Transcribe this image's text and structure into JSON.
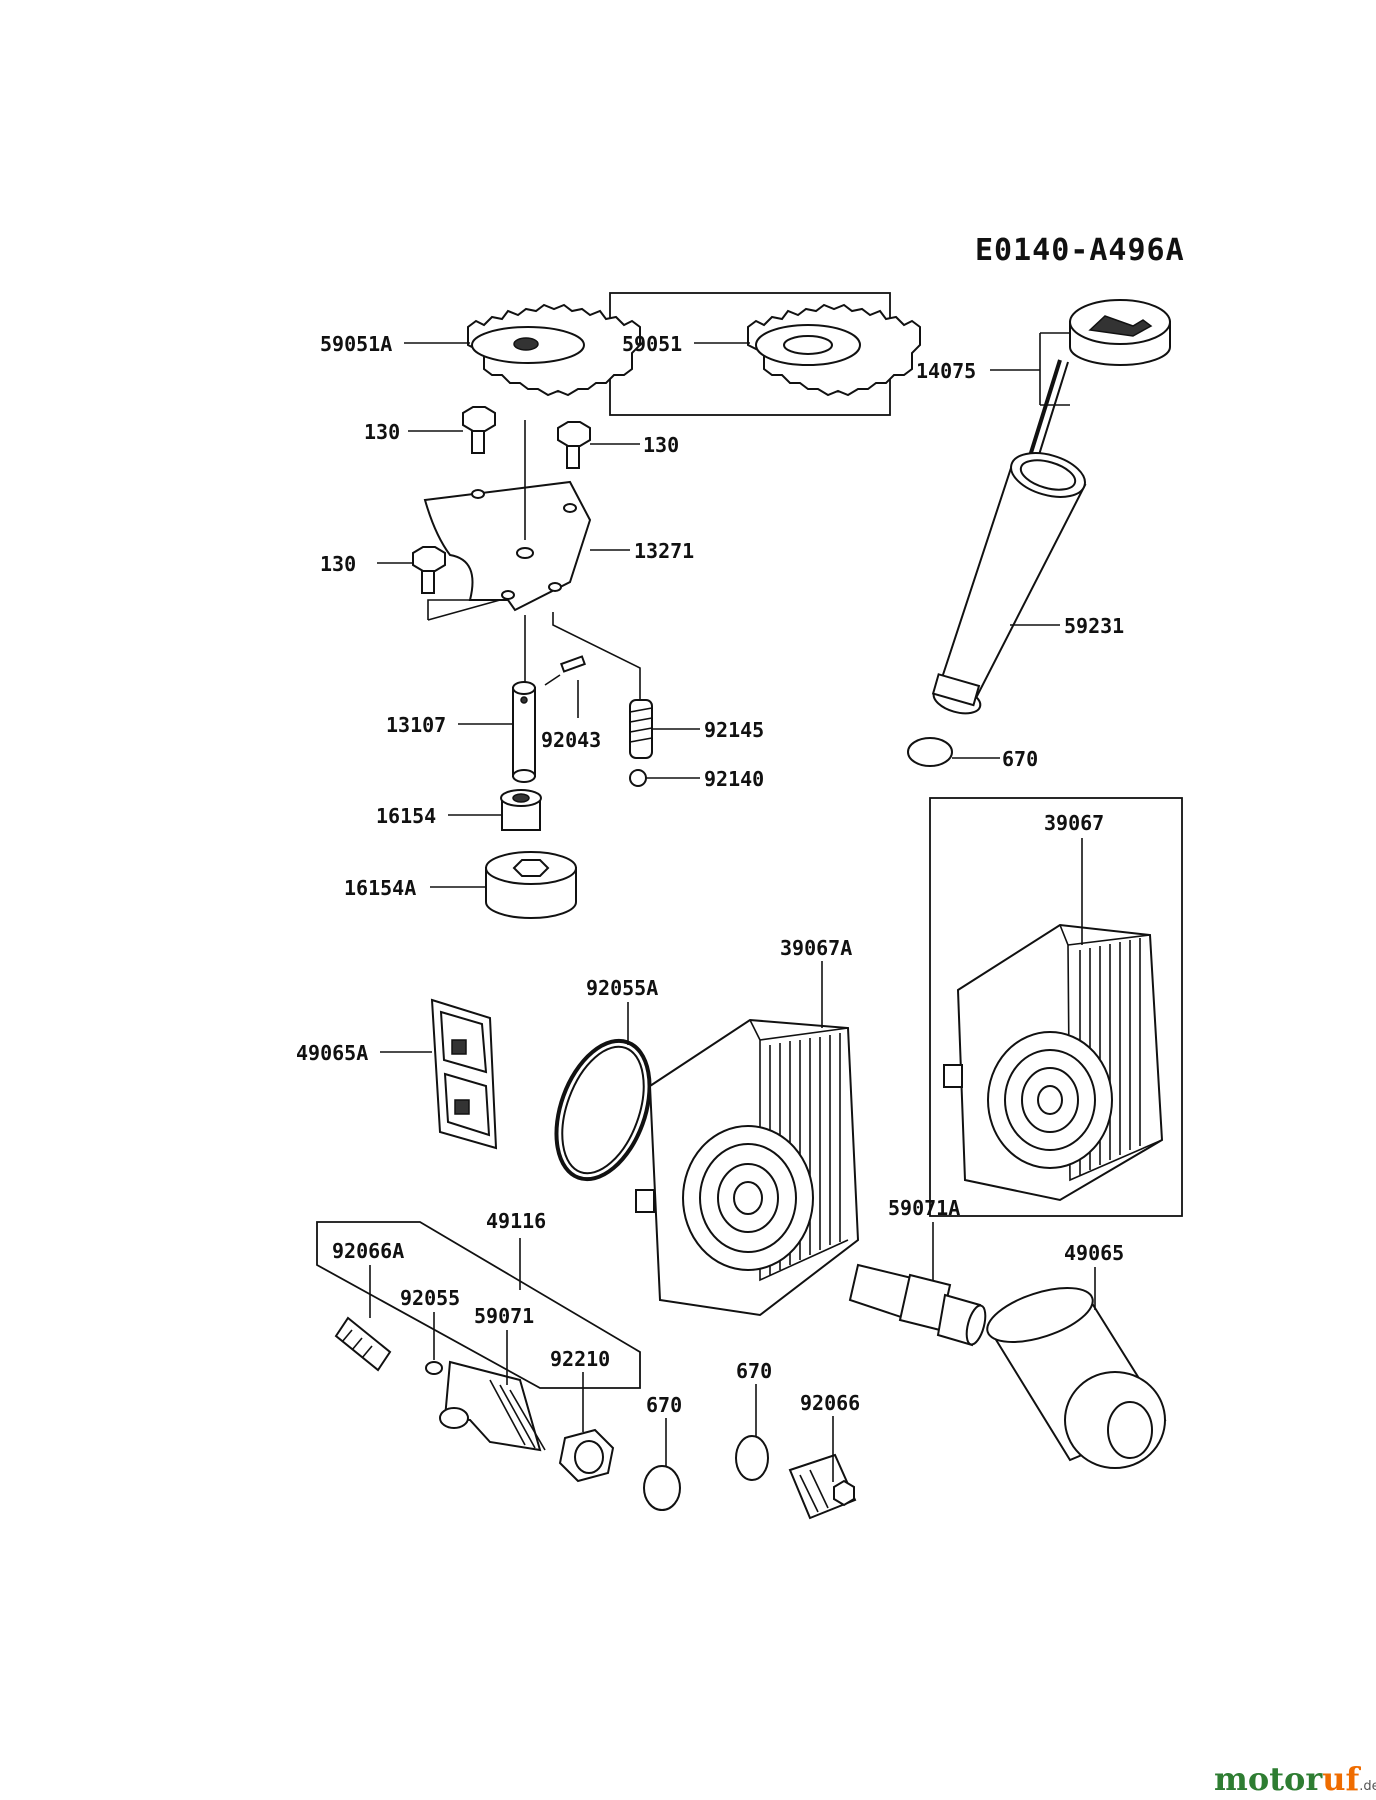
{
  "diagram_code": "E0140-A496A",
  "parts": {
    "p59051A": "59051A",
    "p59051": "59051",
    "p14075": "14075",
    "p130a": "130",
    "p130b": "130",
    "p130c": "130",
    "p13271": "13271",
    "p59231": "59231",
    "p13107": "13107",
    "p92043": "92043",
    "p92145": "92145",
    "p670a": "670",
    "p92140": "92140",
    "p16154": "16154",
    "p39067": "39067",
    "p16154A": "16154A",
    "p39067A": "39067A",
    "p92055A": "92055A",
    "p49065A": "49065A",
    "p59071A": "59071A",
    "p49116": "49116",
    "p92066A": "92066A",
    "p49065": "49065",
    "p92055": "92055",
    "p59071": "59071",
    "p92210": "92210",
    "p670b": "670",
    "p670c": "670",
    "p92066": "92066"
  },
  "watermark": {
    "part1": "motor",
    "part2": "uf",
    "suffix": ".de"
  }
}
